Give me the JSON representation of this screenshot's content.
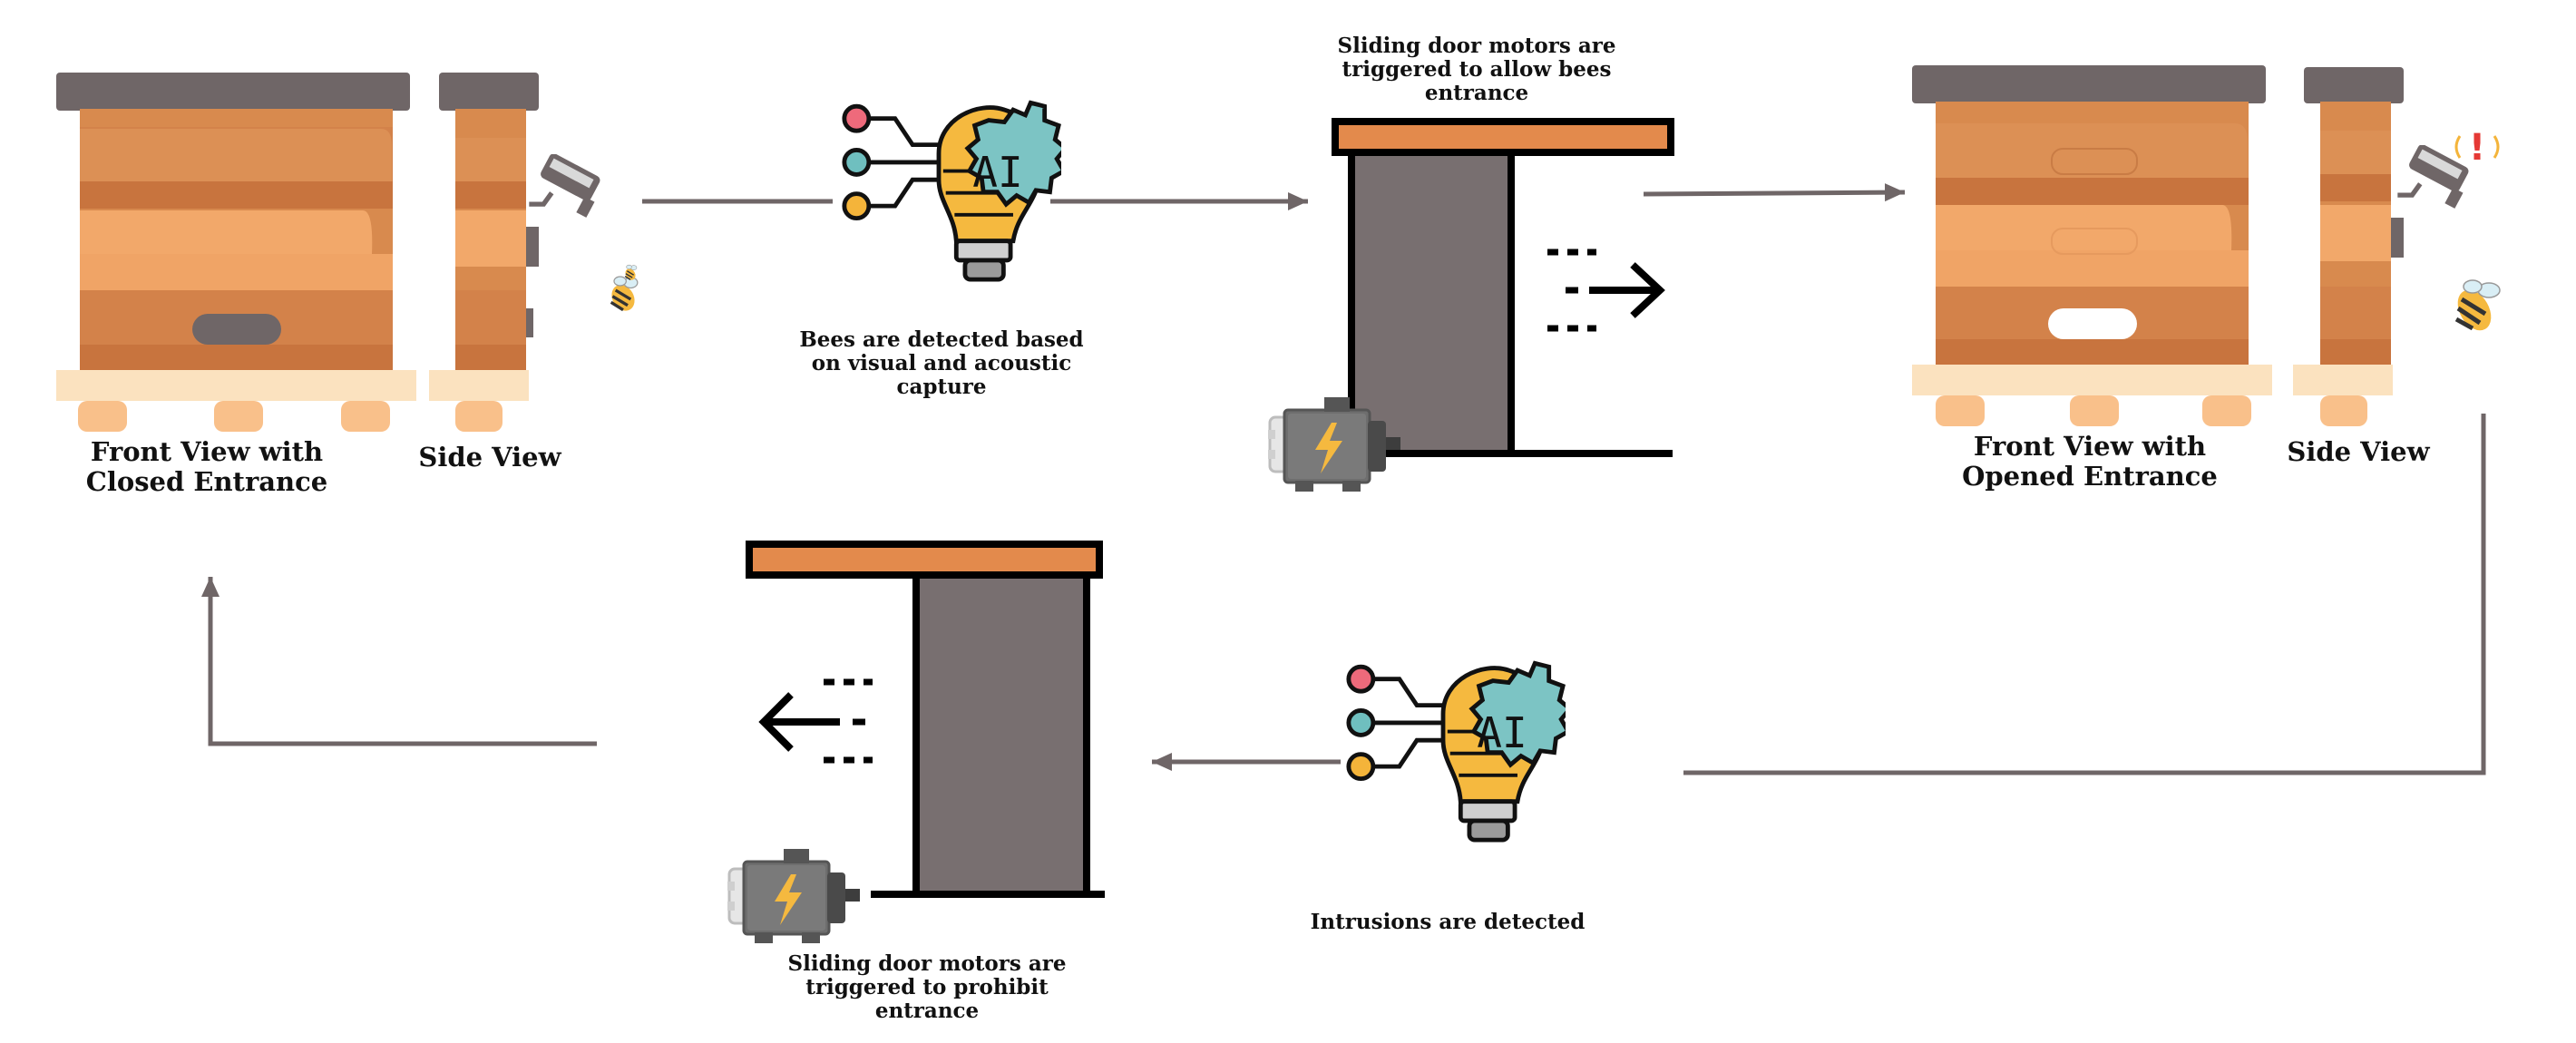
{
  "colors": {
    "hive_roof": "#6f6667",
    "hive_body": "#d88a4e",
    "hive_body_light": "#f2a86a",
    "hive_stripe": "#c8743e",
    "hive_base": "#fbe2bf",
    "hive_feet": "#f9c08a",
    "door_panel": "#786f70",
    "door_top": "#e38a4c",
    "arrow": "#6f6667",
    "ai_bulb": "#f5b93f",
    "ai_gear": "#7cc4c4",
    "node_red": "#ee6a7b",
    "node_teal": "#6fbfbf",
    "node_yellow": "#f4b43a"
  },
  "labels": {
    "front_closed_line1": "Front View with",
    "front_closed_line2": "Closed Entrance",
    "side_view_left": "Side View",
    "bees_detected_line1": "Bees are detected based",
    "bees_detected_line2": "on visual and acoustic",
    "bees_detected_line3": "capture",
    "motors_allow_line1": "Sliding door motors are",
    "motors_allow_line2": "triggered to allow bees",
    "motors_allow_line3": "entrance",
    "front_opened_line1": "Front View with",
    "front_opened_line2": "Opened Entrance",
    "side_view_right": "Side View",
    "intrusions_detected": "Intrusions are detected",
    "motors_prohibit_line1": "Sliding door motors are",
    "motors_prohibit_line2": "triggered to prohibit",
    "motors_prohibit_line3": "entrance",
    "ai_badge": "AI",
    "alert_mark": "!"
  },
  "icons": {
    "hive": "beehive-icon",
    "camera": "security-camera-icon",
    "bee": "bee-icon",
    "wasp": "wasp-icon",
    "ai": "ai-lightbulb-icon",
    "motor": "electric-motor-icon",
    "door": "sliding-door-icon"
  }
}
